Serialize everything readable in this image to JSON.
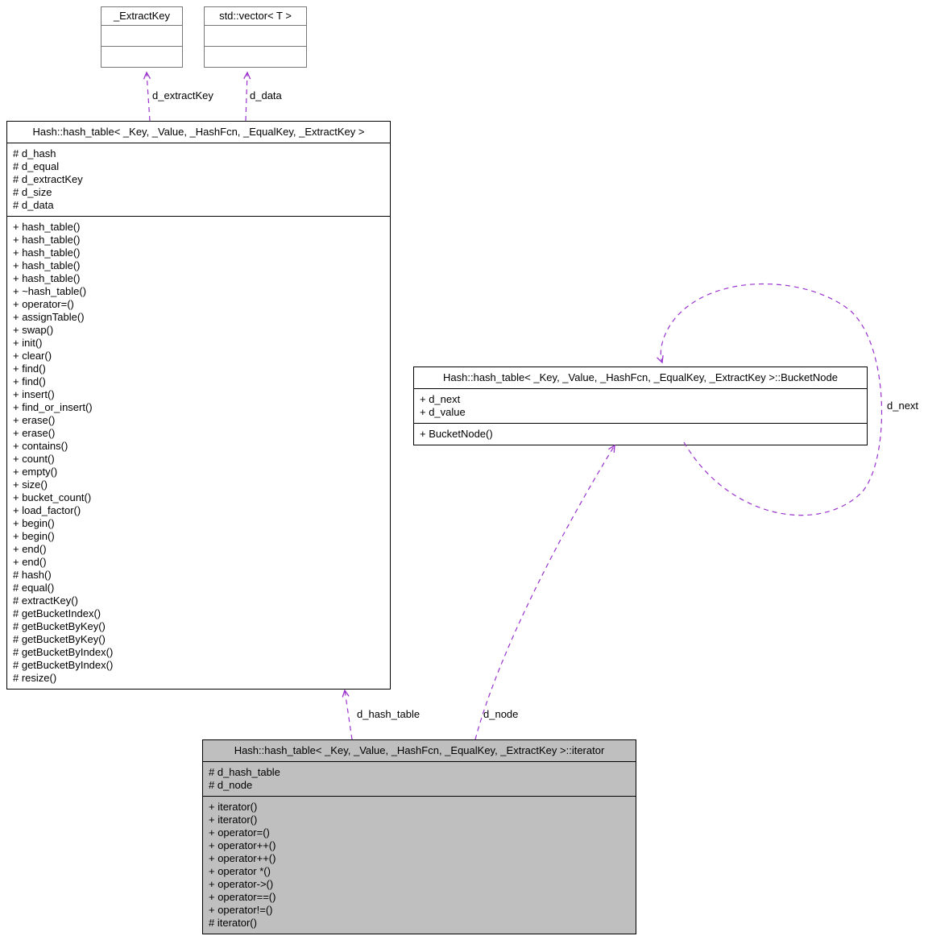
{
  "classes": {
    "extract_key": {
      "title": "_ExtractKey"
    },
    "std_vector": {
      "title": "std::vector< T >"
    },
    "hash_table": {
      "title": "Hash::hash_table< _Key, _Value, _HashFcn, _EqualKey, _ExtractKey >",
      "attributes": [
        "# d_hash",
        "# d_equal",
        "# d_extractKey",
        "# d_size",
        "# d_data"
      ],
      "methods": [
        "+ hash_table()",
        "+ hash_table()",
        "+ hash_table()",
        "+ hash_table()",
        "+ hash_table()",
        "+ ~hash_table()",
        "+ operator=()",
        "+ assignTable()",
        "+ swap()",
        "+ init()",
        "+ clear()",
        "+ find()",
        "+ find()",
        "+ insert()",
        "+ find_or_insert()",
        "+ erase()",
        "+ erase()",
        "+ contains()",
        "+ count()",
        "+ empty()",
        "+ size()",
        "+ bucket_count()",
        "+ load_factor()",
        "+ begin()",
        "+ begin()",
        "+ end()",
        "+ end()",
        "# hash()",
        "# equal()",
        "# extractKey()",
        "# getBucketIndex()",
        "# getBucketByKey()",
        "# getBucketByKey()",
        "# getBucketByIndex()",
        "# getBucketByIndex()",
        "# resize()"
      ]
    },
    "bucket_node": {
      "title": "Hash::hash_table< _Key, _Value, _HashFcn, _EqualKey, _ExtractKey >::BucketNode",
      "attributes": [
        "+ d_next",
        "+ d_value"
      ],
      "methods": [
        "+ BucketNode()"
      ]
    },
    "iterator": {
      "title": "Hash::hash_table< _Key, _Value, _HashFcn, _EqualKey, _ExtractKey >::iterator",
      "attributes": [
        "# d_hash_table",
        "# d_node"
      ],
      "methods": [
        "+ iterator()",
        "+ iterator()",
        "+ operator=()",
        "+ operator++()",
        "+ operator++()",
        "+ operator *()",
        "+ operator->()",
        "+ operator==()",
        "+ operator!=()",
        "# iterator()"
      ]
    }
  },
  "edges": {
    "extractKey": {
      "label": "d_extractKey"
    },
    "data": {
      "label": "d_data"
    },
    "hashTable": {
      "label": "d_hash_table"
    },
    "node": {
      "label": "d_node"
    },
    "next": {
      "label": "d_next"
    }
  },
  "colors": {
    "edge": "#9a32cd",
    "highlight": "#bfbfbf",
    "box_fill": "#ffffff",
    "border": "#000000"
  }
}
